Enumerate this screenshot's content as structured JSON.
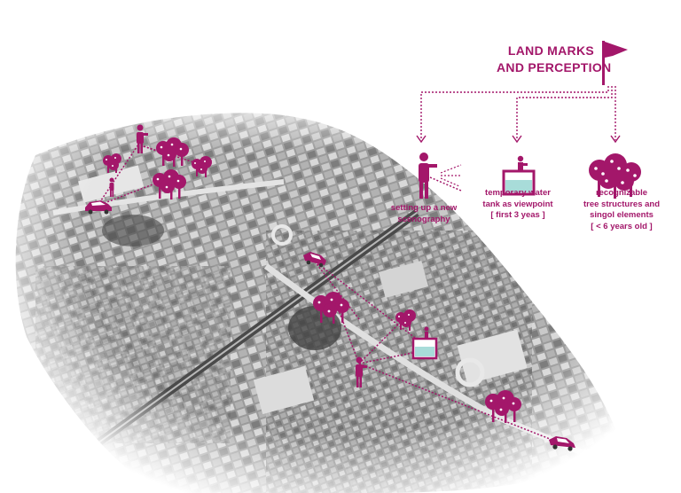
{
  "title": {
    "line1": "LAND MARKS",
    "line2": "AND PERCEPTION"
  },
  "legend": [
    {
      "icon": "person-viewpoint-icon",
      "lines": [
        "setting up a new",
        "scenography"
      ]
    },
    {
      "icon": "water-tank-icon",
      "lines": [
        "temporary water",
        "tank as viewpoint",
        "[ first 3 yeas ]"
      ]
    },
    {
      "icon": "tree-cluster-icon",
      "lines": [
        "recognizable",
        "tree structures and",
        "singol elements",
        "[ < 6 years old ]"
      ]
    }
  ],
  "colors": {
    "accent": "#a3176a",
    "tank_water": "#a8dcd9",
    "map_dark": "#5a5a5a",
    "map_light": "#e8e8e8"
  },
  "map_icons": [
    "person-icon",
    "tree-cluster-icon",
    "car-icon",
    "water-tank-icon",
    "flag-icon"
  ]
}
